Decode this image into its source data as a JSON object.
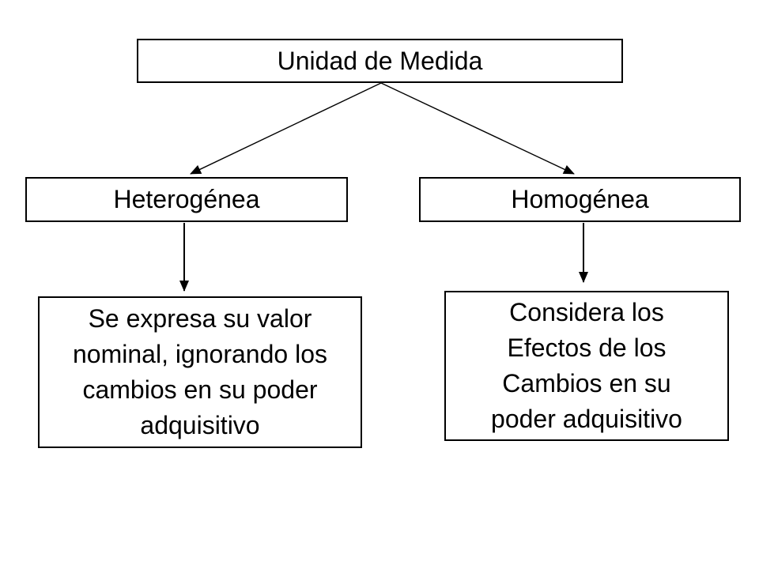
{
  "slide": {
    "root": {
      "label": "Unidad de Medida"
    },
    "branches": [
      {
        "label": "Heterogénea",
        "description": "Se expresa su valor\nnominal, ignorando los\ncambios en su poder\nadquisitivo"
      },
      {
        "label": "Homogénea",
        "description": "Considera los\nEfectos de los\nCambios en su\npoder adquisitivo"
      }
    ],
    "colors": {
      "text": "#000000",
      "border": "#000000",
      "connector": "#000000",
      "background": "#ffffff"
    }
  }
}
